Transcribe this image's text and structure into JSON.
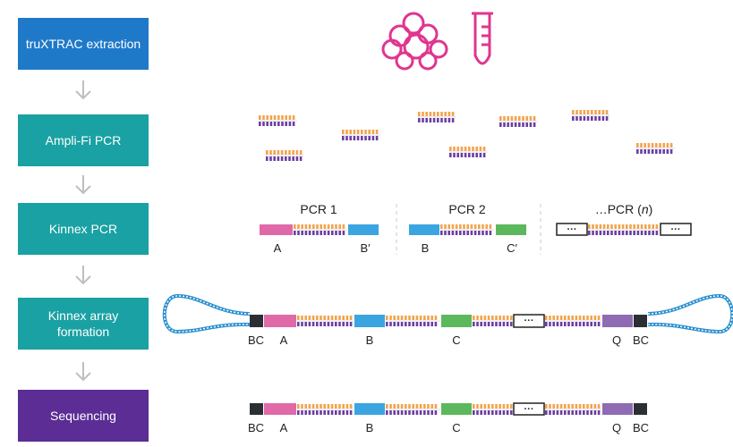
{
  "colors": {
    "extraction": "#1f79c9",
    "pcr_teal": "#1aa1a3",
    "sequencing": "#5b2d95",
    "segment_A": "#e06aa8",
    "segment_B": "#3aa5e0",
    "segment_C": "#5cb85c",
    "segment_Q": "#8e6bb3",
    "barcode": "#2b2e33",
    "magenta_icon": "#e0358f",
    "dna_orange": "#f2a44a",
    "dna_purple": "#6a3fa0",
    "loop_blue": "#2a8fd0"
  },
  "steps": [
    {
      "label": "truXTRAC extraction",
      "color": "#1f79c9"
    },
    {
      "label": "Ampli-Fi PCR",
      "color": "#1aa1a3"
    },
    {
      "label": "Kinnex PCR",
      "color": "#1aa1a3"
    },
    {
      "label": "Kinnex array formation",
      "color": "#1aa1a3"
    },
    {
      "label": "Sequencing",
      "color": "#5b2d95"
    }
  ],
  "icons": [
    "cell-cluster-icon",
    "test-tube-icon"
  ],
  "kinnex_pcr": {
    "groups": [
      {
        "title": "PCR 1",
        "left_label": "A",
        "right_label": "B′"
      },
      {
        "title": "PCR 2",
        "left_label": "B",
        "right_label": "C′"
      },
      {
        "title_prefix": "…PCR (",
        "title_italic": "n",
        "title_suffix": ")",
        "ellipsis": "···"
      }
    ]
  },
  "array": {
    "labels": [
      "BC",
      "A",
      "B",
      "C",
      "Q",
      "BC"
    ],
    "ellipsis": "···"
  },
  "sequencing": {
    "labels": [
      "BC",
      "A",
      "B",
      "C",
      "Q",
      "BC"
    ],
    "ellipsis": "···"
  }
}
